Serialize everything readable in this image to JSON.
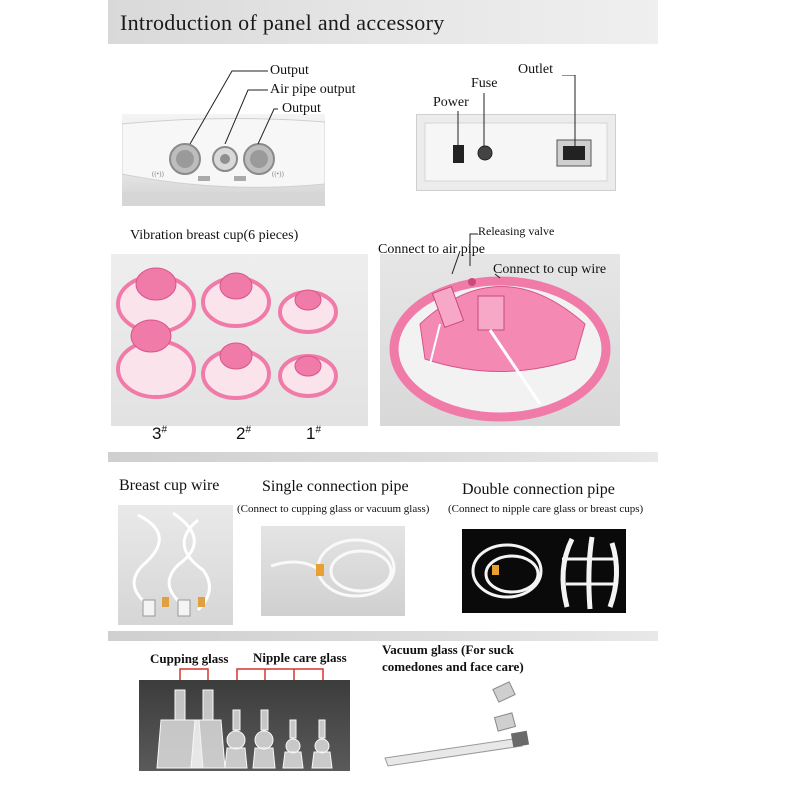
{
  "header": {
    "title": "Introduction of panel and accessory"
  },
  "panel_front": {
    "labels": {
      "output_top": "Output",
      "air_pipe": "Air pipe output",
      "output_bottom": "Output"
    }
  },
  "panel_back": {
    "labels": {
      "power": "Power",
      "fuse": "Fuse",
      "outlet": "Outlet"
    }
  },
  "breast_cups": {
    "title": "Vibration breast cup(6 pieces)",
    "sizes": [
      {
        "num": "3",
        "mark": "#"
      },
      {
        "num": "2",
        "mark": "#"
      },
      {
        "num": "1",
        "mark": "#"
      }
    ],
    "detail_labels": {
      "releasing_valve": "Releasing valve",
      "connect_air": "Connect to air pipe",
      "connect_wire": "Connect to cup wire"
    }
  },
  "accessories": {
    "cup_wire": {
      "title": "Breast cup wire"
    },
    "single_pipe": {
      "title": "Single connection pipe",
      "note": "(Connect to cupping glass or vacuum glass)"
    },
    "double_pipe": {
      "title": "Double connection pipe",
      "note": "(Connect to nipple care glass or breast cups)"
    }
  },
  "glasses": {
    "cupping": "Cupping glass",
    "nipple": "Nipple care glass",
    "vacuum_line1": "Vacuum glass (For suck",
    "vacuum_line2": "comedones and face care)"
  },
  "colors": {
    "accent_pink": "#f07aa8",
    "label_red": "#d8342f",
    "separator": "#d4d4d4"
  }
}
